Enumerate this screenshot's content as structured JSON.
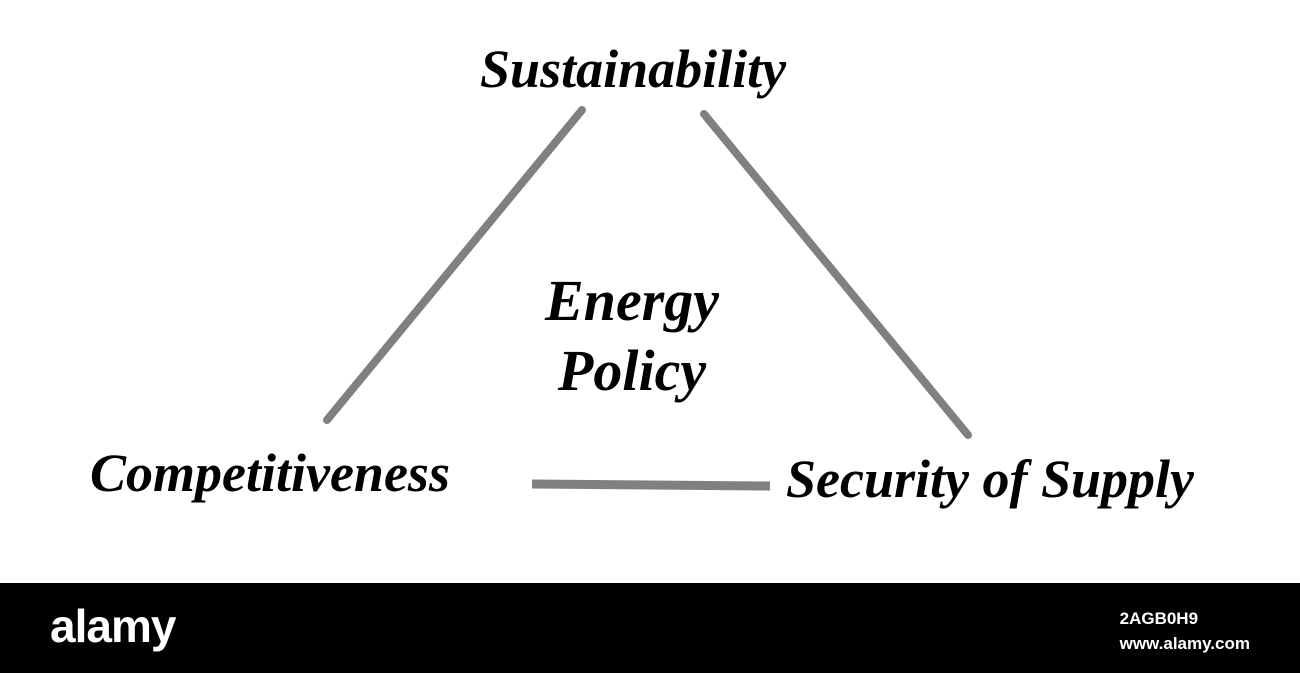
{
  "diagram": {
    "center": {
      "line1": "Energy",
      "line2": "Policy"
    },
    "nodes": {
      "top": "Sustainability",
      "left": "Competitiveness",
      "right": "Security of Supply"
    },
    "connector_color": "#808080"
  },
  "watermark": {
    "brand": "alamy",
    "image_code": "2AGB0H9",
    "site": "www.alamy.com"
  }
}
